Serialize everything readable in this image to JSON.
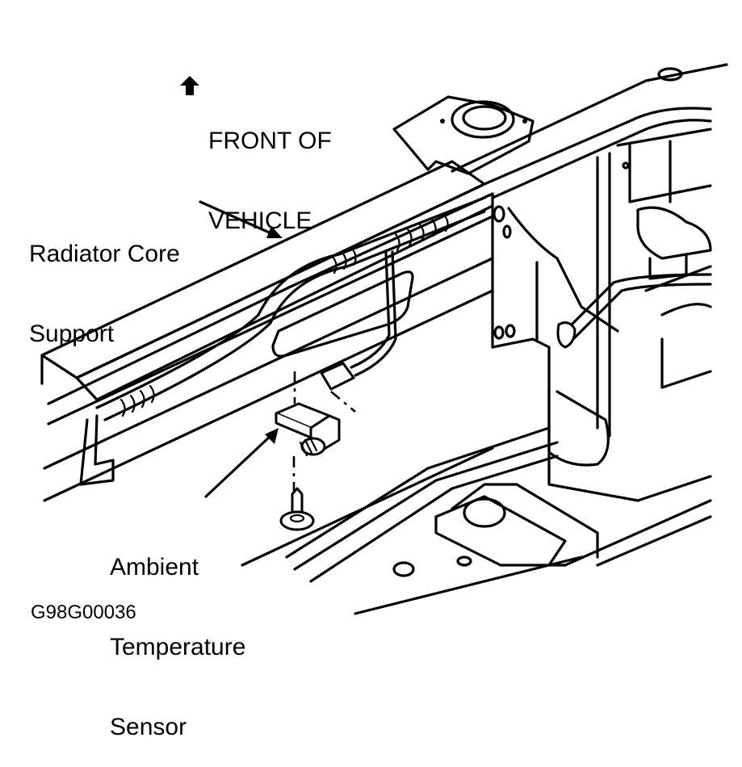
{
  "figure": {
    "front_indicator": {
      "icon": "up-arrow-icon",
      "line1": "FRONT OF",
      "line2": "VEHICLE"
    },
    "callouts": {
      "radiator_core_support": {
        "line1": "Radiator Core",
        "line2": "Support"
      },
      "ambient_temperature_sensor": {
        "line1": "Ambient",
        "line2": "Temperature",
        "line3": "Sensor"
      }
    },
    "figure_id": "G98G00036",
    "colors": {
      "ink": "#000000",
      "paper": "#ffffff"
    }
  }
}
